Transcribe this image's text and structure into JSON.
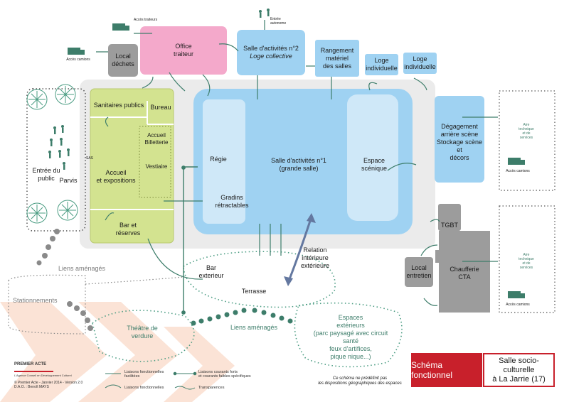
{
  "rooms": {
    "local_dechets": [
      "Local",
      "déchets"
    ],
    "office": [
      "Office",
      "traiteur"
    ],
    "salle2": [
      "Salle d'activités n°2",
      "Loge collective"
    ],
    "rangement": [
      "Rangement",
      "matériel",
      "des salles"
    ],
    "loge1": [
      "Loge",
      "individuelle"
    ],
    "loge2": [
      "Loge",
      "individuelle"
    ],
    "sanitaires": "Sanitaires publics",
    "bureau": "Bureau",
    "billetterie": [
      "Accueil",
      "Billetterie"
    ],
    "vestiaire": "Vestiaire",
    "accueil": [
      "Accueil",
      "et expositions"
    ],
    "bar": [
      "Bar et",
      "réserves"
    ],
    "regie": "Régie",
    "gradins": [
      "Gradins",
      "rétractables"
    ],
    "salle1": [
      "Salle d'activités n°1",
      "(grande salle)"
    ],
    "espace_scenique": [
      "Espace",
      "scénique"
    ],
    "degagement": [
      "Dégagement",
      "arrière scène",
      "Stockage scène et",
      "décors"
    ],
    "tgbt": "TGBT",
    "local_entretien": [
      "Local",
      "entretien"
    ],
    "chaufferie": [
      "Chaufferie",
      "CTA"
    ]
  },
  "labels": {
    "acces_traiteurs": "Accès traiteurs",
    "entree_autonome": [
      "Entrée",
      "autonome"
    ],
    "acces_camions_1": "Accès camions",
    "entree_public": [
      "Entrée du",
      "public"
    ],
    "parvis": "Parvis",
    "sas": "SAS",
    "aire1": [
      "Aire",
      "technique",
      "et de",
      "services"
    ],
    "acces_camions_2": "Accès camions",
    "aire2": [
      "Aire",
      "technique",
      "et de",
      "services"
    ],
    "acces_camions_3": "Accès camions",
    "relation": [
      "Relation",
      "intérieure",
      "extérieure"
    ],
    "bar_ext": [
      "Bar",
      "exterieur"
    ],
    "terrasse": "Terrasse",
    "liens1": "Liens aménagés",
    "stationnements": "Stationnements",
    "theatre": [
      "Théâtre de",
      "verdure"
    ],
    "liens2": "Liens aménagés",
    "espaces_ext": [
      "Espaces",
      "extérieurs",
      "(parc paysagé avec circuit",
      "santé",
      "feux d'artifices,",
      "pique nique...)"
    ],
    "note": [
      "Ce schéma ne prédéfinit pas",
      "les dispositions géographiques des espaces"
    ]
  },
  "title": {
    "red": "Schéma fonctionnel",
    "white": [
      "Salle socio-culturelle",
      "à La Jarrie (17)"
    ]
  },
  "footer": {
    "logo": "PREMIER ACTE",
    "logo_sub": "L'Agence Conseil en Développement Culturel",
    "credits": [
      "© Premier Acte - Janvier 2014 - Version 2.0",
      "D.A.O. : Benoît MAYS"
    ]
  },
  "legend": {
    "facilitees": [
      "Liaisons fonctionnelles",
      "facilitées"
    ],
    "fonctionnelles": "Liaisons fonctionnelles",
    "courants": [
      "Liaisons courants forts",
      "et courants faibles spécifiques"
    ],
    "transparences": "Transparences"
  },
  "colors": {
    "blue": "#9fd2f2",
    "light_blue": "#cfe8f8",
    "pink": "#f4a9cb",
    "green": "#d3e390",
    "grey": "#9c9c9c",
    "teal": "#3d7d6a",
    "red": "#c8202b"
  }
}
